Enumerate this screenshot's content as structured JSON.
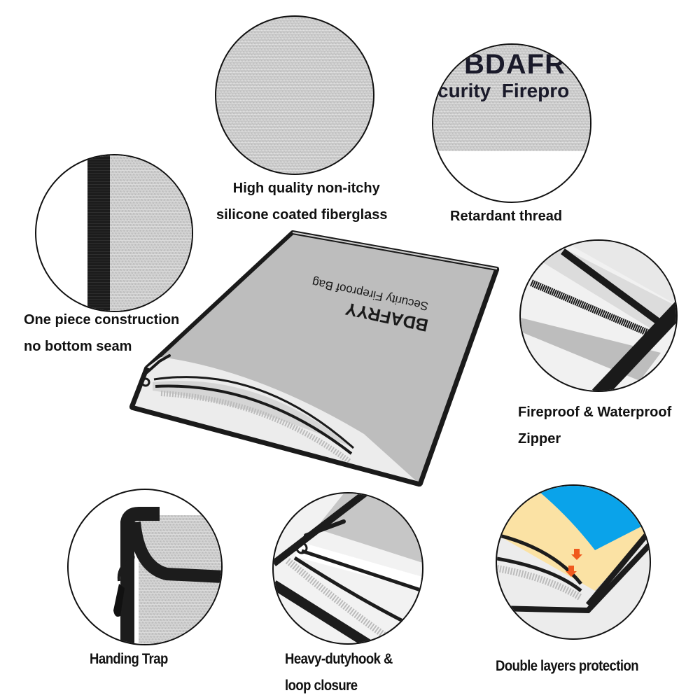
{
  "features": [
    {
      "id": "fiberglass",
      "lines": [
        "High quality non-itchy",
        "silicone coated fiberglass"
      ]
    },
    {
      "id": "thread",
      "lines": [
        "Retardant thread"
      ]
    },
    {
      "id": "construction",
      "lines": [
        "One piece construction",
        "no bottom seam"
      ]
    },
    {
      "id": "zipper",
      "lines": [
        "Fireproof & Waterproof",
        "Zipper"
      ]
    },
    {
      "id": "trap",
      "lines": [
        "Handing Trap"
      ]
    },
    {
      "id": "closure",
      "lines": [
        "Heavy-dutyhook &",
        "loop closure"
      ]
    },
    {
      "id": "layers",
      "lines": [
        "Double layers protection"
      ]
    }
  ],
  "product": {
    "brand": "BDAFRYY",
    "subtitle": "Security Fireproof Bag"
  },
  "thread_closeup": {
    "line1": "BDAFR",
    "line2": "curity  Firepro"
  },
  "colors": {
    "fabric": "#c9c9c9",
    "trim": "#1a1a1a",
    "layer_blue": "#0aa3ea",
    "layer_cream": "#fbe2a4",
    "arrow": "#f05a1e"
  }
}
